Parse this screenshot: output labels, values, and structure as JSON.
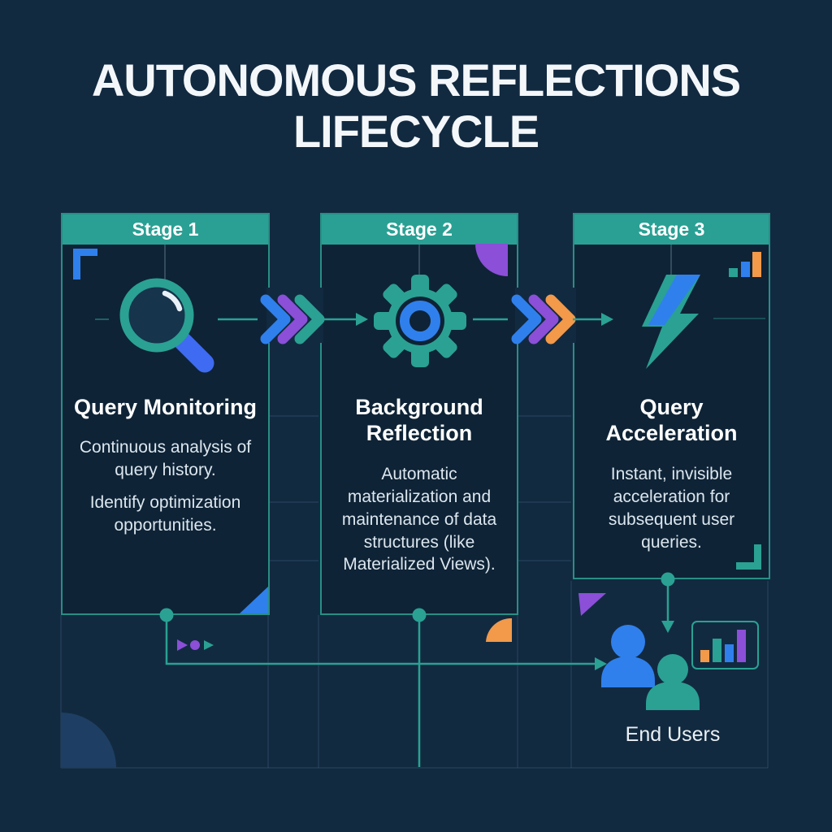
{
  "title": {
    "line1": "AUTONOMOUS REFLECTIONS",
    "line2": "LIFECYCLE"
  },
  "stages": [
    {
      "header": "Stage 1",
      "title": "Query Monitoring",
      "icon": "magnifier-icon",
      "body": [
        "Continuous analysis of query history.",
        "Identify optimization opportunities."
      ]
    },
    {
      "header": "Stage 2",
      "title": "Background Reflection",
      "icon": "gear-icon",
      "body": [
        "Automatic materialization and maintenance of data structures (like Materialized Views)."
      ]
    },
    {
      "header": "Stage 3",
      "title": "Query Acceleration",
      "icon": "lightning-icon",
      "body": [
        "Instant, invisible acceleration for subsequent user queries."
      ]
    }
  ],
  "end_users": {
    "label": "End Users"
  },
  "icons": [
    "magnifier-icon",
    "gear-icon",
    "lightning-icon",
    "chevron-flow-icons",
    "users-icon",
    "bar-chart-icon",
    "mini-bar-chart-icon"
  ],
  "colors": {
    "background": "#122A40",
    "card_background": "#0E2336",
    "teal": "#2AA193",
    "header_teal": "#2AA094",
    "blue": "#2F80ED",
    "handle_blue": "#3E6BF2",
    "purple": "#8B4FD8",
    "orange": "#F2994A",
    "body_text": "#DCE6EE",
    "quarter_disc_navy": "#1E3F63"
  }
}
